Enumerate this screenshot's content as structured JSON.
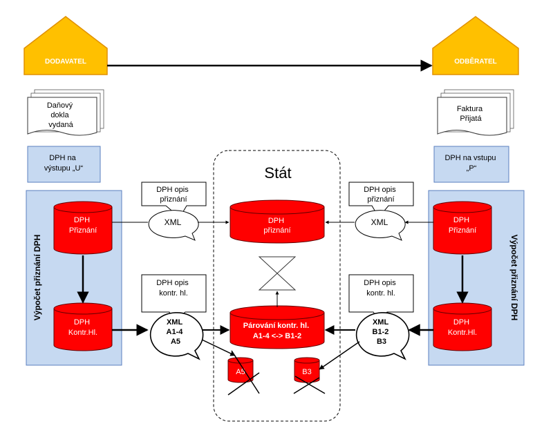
{
  "houses": {
    "left_label": "DODAVATEL",
    "right_label": "ODBĚRATEL"
  },
  "documents": {
    "left": [
      "Daňový",
      "dokla",
      "vydaná"
    ],
    "right": [
      "Faktura",
      "Přijatá"
    ]
  },
  "vat_boxes": {
    "left": [
      "DPH na",
      "výstupu „U“"
    ],
    "right": [
      "DPH na vstupu",
      "„P“"
    ]
  },
  "side_panels": {
    "left_label": "Výpočet přiznání DPH",
    "right_label": "Výpočet přiznání DPH"
  },
  "cylinders": {
    "left_top": [
      "DPH",
      "Přiznání"
    ],
    "left_bottom": [
      "DPH",
      "Kontr.Hl."
    ],
    "right_top": [
      "DPH",
      "Přiznání"
    ],
    "right_bottom": [
      "DPH",
      "Kontr.Hl."
    ],
    "center_top": [
      "DPH",
      "přiznání"
    ],
    "center_bottom": [
      "Párování kontr. hl.",
      "A1-4 <-> B1-2"
    ],
    "small_left": "A5",
    "small_right": "B3"
  },
  "state": {
    "title": "Stát"
  },
  "callouts": {
    "left_top": [
      "DPH opis",
      "přiznání"
    ],
    "right_top": [
      "DPH opis",
      "přiznání"
    ],
    "left_bottom": [
      "DPH opis",
      "kontr. hl."
    ],
    "right_bottom": [
      "DPH opis",
      "kontr. hl."
    ]
  },
  "bubbles": {
    "left_top": [
      "XML"
    ],
    "right_top": [
      "XML"
    ],
    "left_bottom": [
      "XML",
      "A1-4",
      "A5"
    ],
    "right_bottom": [
      "XML",
      "B1-2",
      "B3"
    ]
  },
  "colors": {
    "house_fill": "#FFC000",
    "house_stroke": "#E09000",
    "panel_fill": "#C6D9F1",
    "panel_stroke": "#5B7FBF",
    "cylinder_red": "#FF0000",
    "cylinder_stroke": "#600000"
  }
}
